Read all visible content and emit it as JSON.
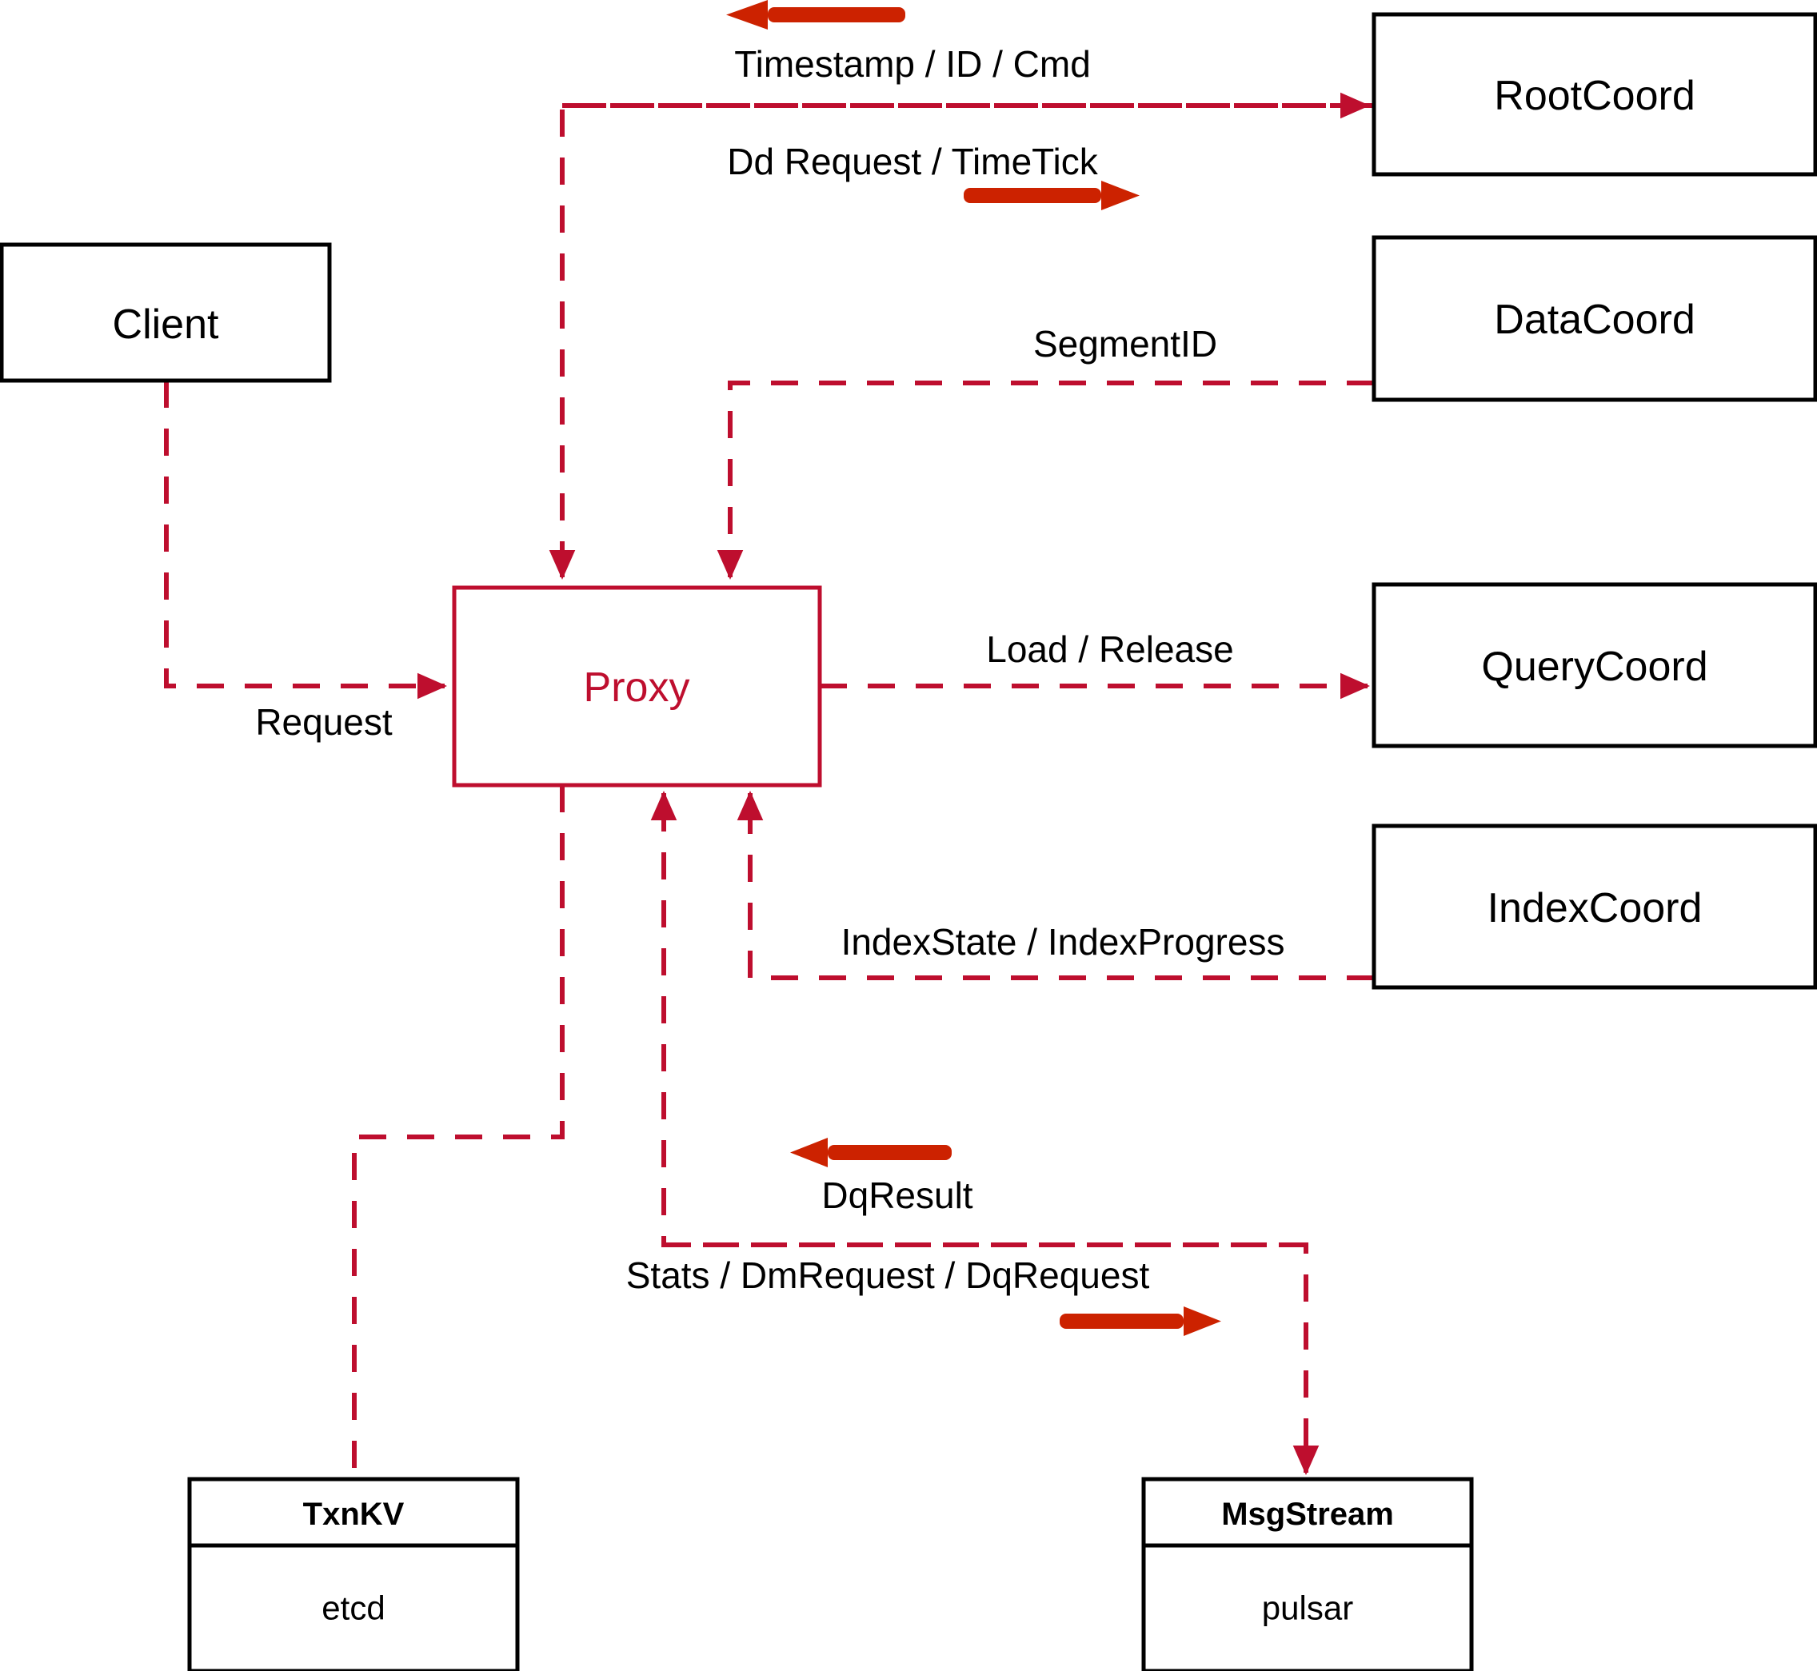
{
  "diagram": {
    "title": "Proxy component interaction diagram",
    "colors": {
      "connector": "#BE0E2E",
      "indicator_arrow": "#CC2200",
      "node_border": "#000000",
      "proxy_border": "#BE0E2E",
      "background": "#FFFFFF"
    },
    "nodes": [
      {
        "id": "client",
        "label": "Client"
      },
      {
        "id": "proxy",
        "label": "Proxy"
      },
      {
        "id": "rootcoord",
        "label": "RootCoord"
      },
      {
        "id": "datacoord",
        "label": "DataCoord"
      },
      {
        "id": "querycoord",
        "label": "QueryCoord"
      },
      {
        "id": "indexcoord",
        "label": "IndexCoord"
      },
      {
        "id": "txnkv",
        "label": "TxnKV",
        "sub": "etcd"
      },
      {
        "id": "msgstream",
        "label": "MsgStream",
        "sub": "pulsar"
      }
    ],
    "edges": [
      {
        "id": "client-proxy",
        "label": "Request",
        "from": "client",
        "to": "proxy"
      },
      {
        "id": "rootcoord-proxy",
        "label": "Timestamp / ID / Cmd",
        "from": "rootcoord",
        "to": "proxy"
      },
      {
        "id": "proxy-rootcoord",
        "label": "Dd Request / TimeTick",
        "from": "proxy",
        "to": "rootcoord"
      },
      {
        "id": "datacoord-proxy",
        "label": "SegmentID",
        "from": "datacoord",
        "to": "proxy"
      },
      {
        "id": "proxy-querycoord",
        "label": "Load / Release",
        "from": "proxy",
        "to": "querycoord"
      },
      {
        "id": "indexcoord-proxy",
        "label": "IndexState / IndexProgress",
        "from": "indexcoord",
        "to": "proxy"
      },
      {
        "id": "msgstream-proxy",
        "label": "DqResult",
        "from": "msgstream",
        "to": "proxy"
      },
      {
        "id": "proxy-msgstream",
        "label": "Stats / DmRequest / DqRequest",
        "from": "proxy",
        "to": "msgstream"
      },
      {
        "id": "proxy-txnkv",
        "label": "",
        "from": "proxy",
        "to": "txnkv"
      }
    ],
    "indicator_arrows": [
      {
        "id": "timestamp-direction",
        "direction": "left"
      },
      {
        "id": "timetick-direction",
        "direction": "right"
      },
      {
        "id": "dqresult-direction",
        "direction": "left"
      },
      {
        "id": "dqrequest-direction",
        "direction": "right"
      }
    ]
  }
}
